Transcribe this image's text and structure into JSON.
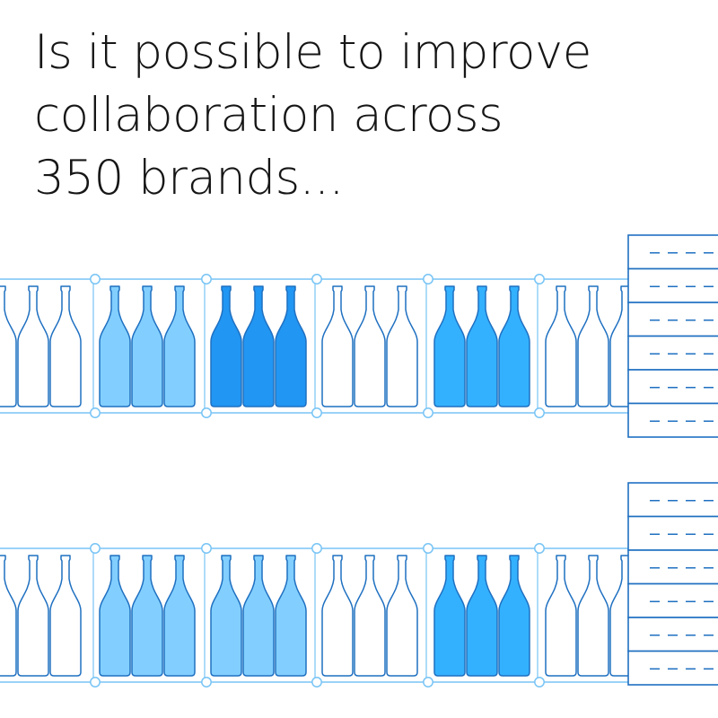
{
  "headline": {
    "lines": [
      "Is it possible to improve",
      "collaboration across",
      "350 brands..."
    ]
  },
  "colors": {
    "outline": "#1f70c1",
    "rail": "#78c4f5",
    "light_fill": "#82cfff",
    "medium_fill": "#33b1ff",
    "dark_fill": "#2196f3",
    "empty_fill": "#ffffff"
  },
  "shelves": [
    {
      "name": "top",
      "groups": [
        "empty",
        "light",
        "dark",
        "empty",
        "medium",
        "empty"
      ]
    },
    {
      "name": "bottom",
      "groups": [
        "empty",
        "light",
        "light",
        "empty",
        "medium",
        "empty"
      ]
    }
  ],
  "icons": {
    "bottle": "bottle-icon",
    "rack": "shelf-rack-icon",
    "node": "rail-node-icon"
  }
}
